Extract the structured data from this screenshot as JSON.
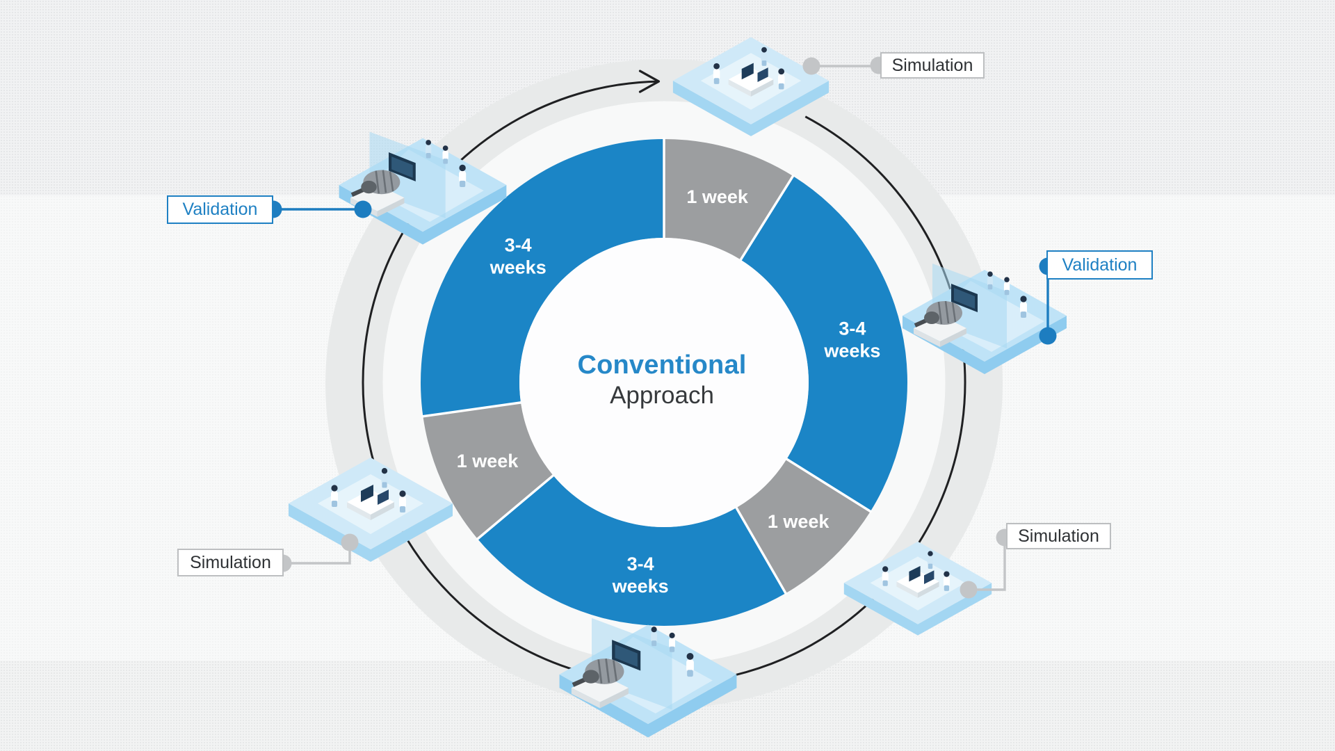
{
  "title": {
    "line1": "Conventional",
    "line2": "Approach"
  },
  "wheel": {
    "segments": [
      {
        "label": "1 week",
        "kind": "short",
        "start": 0,
        "end": 32
      },
      {
        "label": "3-4 weeks",
        "kind": "long",
        "start": 32,
        "end": 122
      },
      {
        "label": "1 week",
        "kind": "short",
        "start": 122,
        "end": 150
      },
      {
        "label": "3-4 weeks",
        "kind": "long",
        "start": 150,
        "end": 230,
        "label_angle": 187
      },
      {
        "label": "1 week",
        "kind": "short",
        "start": 230,
        "end": 262
      },
      {
        "label": "3-4 weeks",
        "kind": "long",
        "start": 262,
        "end": 360
      }
    ],
    "colors": {
      "long": "#1b85c6",
      "short": "#9c9ea0",
      "separator": "#ffffff",
      "hole": "#fdfdfe"
    }
  },
  "callouts": [
    {
      "label": "Simulation",
      "variant": "simulation"
    },
    {
      "label": "Validation",
      "variant": "validation"
    },
    {
      "label": "Validation",
      "variant": "validation"
    },
    {
      "label": "Simulation",
      "variant": "simulation"
    },
    {
      "label": "Simulation",
      "variant": "simulation"
    }
  ],
  "platform_scenes": [
    {
      "id": "top",
      "scene": "simulation"
    },
    {
      "id": "left",
      "scene": "validation"
    },
    {
      "id": "right",
      "scene": "validation"
    },
    {
      "id": "bottom-left",
      "scene": "simulation"
    },
    {
      "id": "bottom-right",
      "scene": "simulation"
    },
    {
      "id": "bottom",
      "scene": "validation"
    }
  ],
  "colors": {
    "accent_blue": "#1e80c3",
    "dot_blue": "#1d7dc0",
    "dot_gray": "#c3c5c7",
    "orbit_black": "#1f2022",
    "pale_ring": "#e8eaea",
    "tile_blue_light": "#cfe9f8",
    "tile_blue": "#bfe3f7"
  }
}
